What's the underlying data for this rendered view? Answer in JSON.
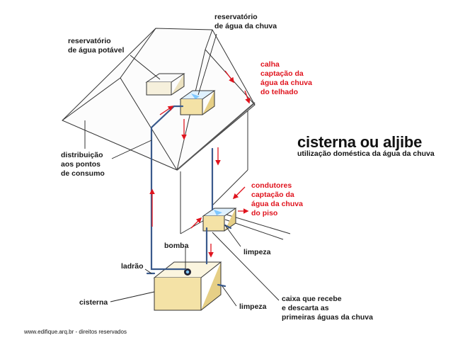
{
  "title": "cisterna ou aljibe",
  "subtitle": "utilização doméstica da água da chuva",
  "credit": "www.edifique.arq.br - direitos reservados",
  "labels": {
    "reservatorio_chuva": "reservatório\nde água da chuva",
    "reservatorio_potavel": "reservatório\nde água potável",
    "calha": "calha\ncaptação da\nágua da chuva\ndo telhado",
    "distribuicao": "distribuição\naos pontos\nde consumo",
    "condutores": "condutores\ncaptação da\nágua da chuva\ndo piso",
    "limpeza_caixa": "limpeza",
    "bomba": "bomba",
    "ladrao": "ladrão",
    "cisterna": "cisterna",
    "limpeza_cisterna": "limpeza",
    "caixa": "caixa que recebe\ne descarta as\nprimeiras águas da chuva"
  },
  "colors": {
    "red_text": "#e0141e",
    "arrow": "#e0141e",
    "pipe": "#3a5a8c",
    "box_fill": "#f4e2a6",
    "water": "#7fc8ff"
  }
}
